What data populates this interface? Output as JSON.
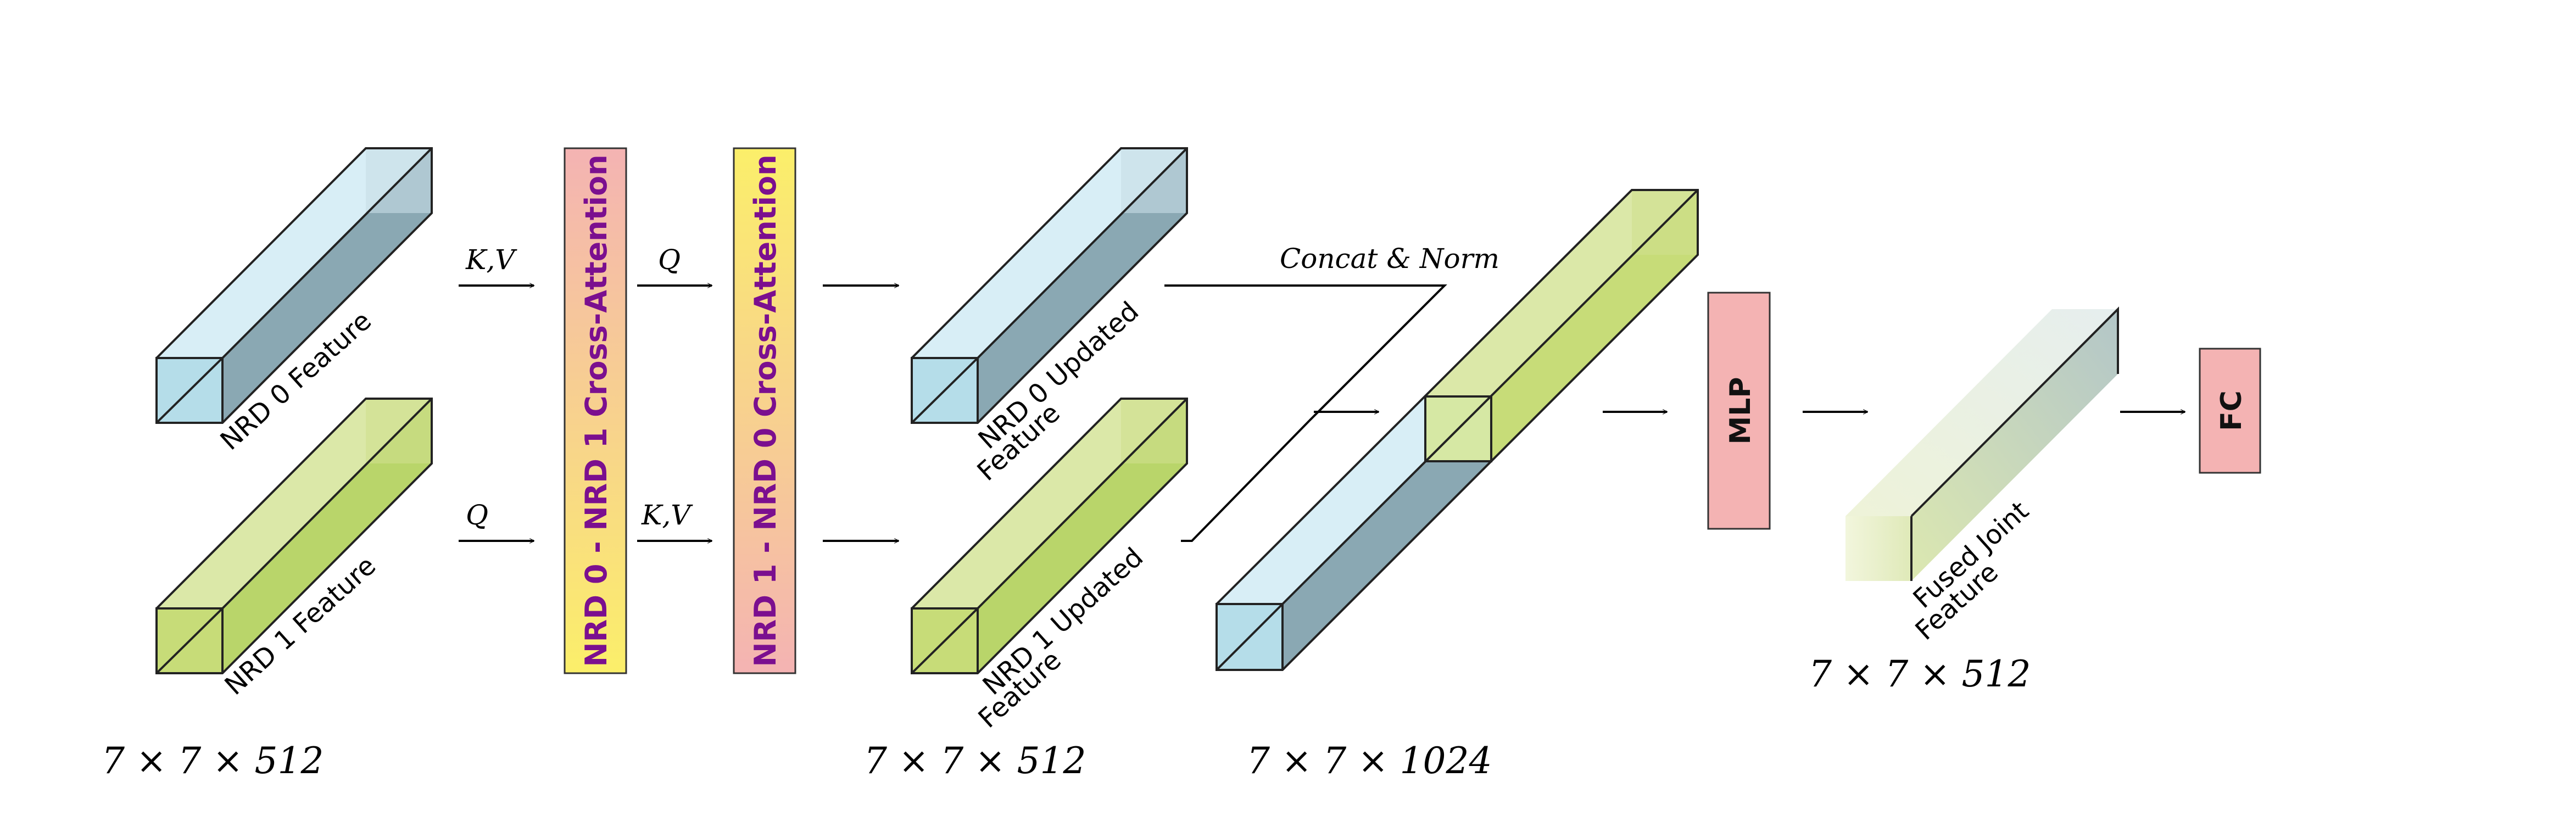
{
  "features": {
    "nrd0": "NRD 0 Feature",
    "nrd1": "NRD 1 Feature",
    "nrd0_updated_l1": "NRD 0 Updated",
    "nrd0_updated_l2": "Feature",
    "nrd1_updated_l1": "NRD 1 Updated",
    "nrd1_updated_l2": "Feature",
    "fused_l1": "Fused Joint",
    "fused_l2": "Feature"
  },
  "arrow_labels": {
    "kv_top": "K,V",
    "q_bottom": "Q",
    "q_top": "Q",
    "kv_bottom": "K,V",
    "concat": "Concat & Norm"
  },
  "blocks": {
    "cross_attn_1": "NRD 0 - NRD 1 Cross-Attention",
    "cross_attn_2": "NRD 1 - NRD 0 Cross-Attention",
    "mlp": "MLP",
    "fc": "FC"
  },
  "dimensions": {
    "input": "7 × 7 × 512",
    "updated": "7 × 7 × 512",
    "concat": "7 × 7 × 1024",
    "fused": "7 × 7 × 512"
  },
  "colors": {
    "blue_face": "#d8eef6",
    "blue_front": "#b5dde9",
    "blue_side": "#8aa8b3",
    "green_face": "#dbe8a8",
    "green_front": "#c7dc78",
    "green_side": "#b9d56a",
    "pink_block": "#f4b3b3",
    "yellow_block": "#fbef6a",
    "label_purple": "#7b0f8f"
  }
}
